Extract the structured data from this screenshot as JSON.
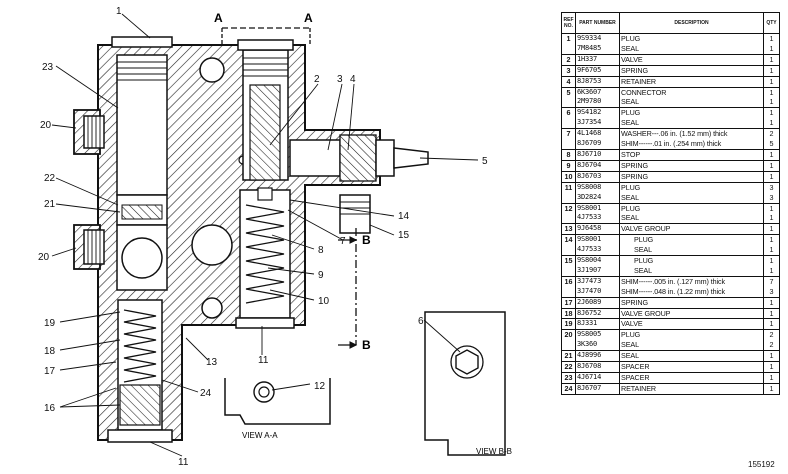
{
  "drawing": {
    "callouts": [
      "1",
      "2",
      "3",
      "4",
      "5",
      "6",
      "7",
      "8",
      "9",
      "10",
      "11",
      "11",
      "12",
      "13",
      "14",
      "15",
      "16",
      "17",
      "18",
      "19",
      "20",
      "20",
      "21",
      "22",
      "23",
      "24"
    ],
    "section_marks": [
      "A",
      "A",
      "B",
      "B"
    ],
    "views": [
      "VIEW A-A",
      "VIEW B-B"
    ]
  },
  "table": {
    "headers": {
      "ref": "REF NO.",
      "part": "PART NUMBER",
      "desc": "DESCRIPTION",
      "qty": "QTY"
    },
    "rows": [
      {
        "ref": "1",
        "part": "9S9334",
        "desc": "PLUG",
        "qty": "1"
      },
      {
        "ref": "",
        "part": "7M8485",
        "desc": "SEAL",
        "qty": "1"
      },
      {
        "ref": "2",
        "part": "1H337",
        "desc": "VALVE",
        "qty": "1"
      },
      {
        "ref": "3",
        "part": "9F6705",
        "desc": "SPRING",
        "qty": "1"
      },
      {
        "ref": "4",
        "part": "8J8753",
        "desc": "RETAINER",
        "qty": "1"
      },
      {
        "ref": "5",
        "part": "6K3607",
        "desc": "CONNECTOR",
        "qty": "1"
      },
      {
        "ref": "",
        "part": "2M9780",
        "desc": "SEAL",
        "qty": "1"
      },
      {
        "ref": "6",
        "part": "9S4182",
        "desc": "PLUG",
        "qty": "1"
      },
      {
        "ref": "",
        "part": "3J7354",
        "desc": "SEAL",
        "qty": "1"
      },
      {
        "ref": "7",
        "part": "4L1468",
        "desc": "WASHER---.06 in. (1.52 mm) thick",
        "qty": "2"
      },
      {
        "ref": "",
        "part": "8J6709",
        "desc": "SHIM------.01 in. (.254 mm) thick",
        "qty": "5"
      },
      {
        "ref": "8",
        "part": "8J6710",
        "desc": "STOP",
        "qty": "1"
      },
      {
        "ref": "9",
        "part": "8J6704",
        "desc": "SPRING",
        "qty": "1"
      },
      {
        "ref": "10",
        "part": "8J6703",
        "desc": "SPRING",
        "qty": "1"
      },
      {
        "ref": "11",
        "part": "9S8008",
        "desc": "PLUG",
        "qty": "3"
      },
      {
        "ref": "",
        "part": "3D2824",
        "desc": "SEAL",
        "qty": "3"
      },
      {
        "ref": "12",
        "part": "9S8001",
        "desc": "PLUG",
        "qty": "1"
      },
      {
        "ref": "",
        "part": "4J7533",
        "desc": "SEAL",
        "qty": "1"
      },
      {
        "ref": "13",
        "part": "9J6458",
        "desc": "VALVE GROUP",
        "qty": "1"
      },
      {
        "ref": "14",
        "part": "9S8001",
        "desc": "PLUG",
        "qty": "1",
        "indent": true
      },
      {
        "ref": "",
        "part": "4J7533",
        "desc": "SEAL",
        "qty": "1",
        "indent": true
      },
      {
        "ref": "15",
        "part": "9S8004",
        "desc": "PLUG",
        "qty": "1",
        "indent": true
      },
      {
        "ref": "",
        "part": "3J1907",
        "desc": "SEAL",
        "qty": "1",
        "indent": true
      },
      {
        "ref": "16",
        "part": "3J7473",
        "desc": "SHIM------.005 in. (.127 mm) thick",
        "qty": "7"
      },
      {
        "ref": "",
        "part": "3J7470",
        "desc": "SHIM------.048 in. (1.22 mm) thick",
        "qty": "3"
      },
      {
        "ref": "17",
        "part": "2J6089",
        "desc": "SPRING",
        "qty": "1"
      },
      {
        "ref": "18",
        "part": "8J6752",
        "desc": "VALVE GROUP",
        "qty": "1"
      },
      {
        "ref": "19",
        "part": "8J331",
        "desc": "VALVE",
        "qty": "1"
      },
      {
        "ref": "20",
        "part": "9S8005",
        "desc": "PLUG",
        "qty": "2"
      },
      {
        "ref": "",
        "part": "3K360",
        "desc": "SEAL",
        "qty": "2"
      },
      {
        "ref": "21",
        "part": "4J8996",
        "desc": "SEAL",
        "qty": "1"
      },
      {
        "ref": "22",
        "part": "8J6708",
        "desc": "SPACER",
        "qty": "1"
      },
      {
        "ref": "23",
        "part": "4J6714",
        "desc": "SPACER",
        "qty": "1"
      },
      {
        "ref": "24",
        "part": "8J6707",
        "desc": "RETAINER",
        "qty": "1"
      }
    ]
  },
  "drawing_code": "155192"
}
